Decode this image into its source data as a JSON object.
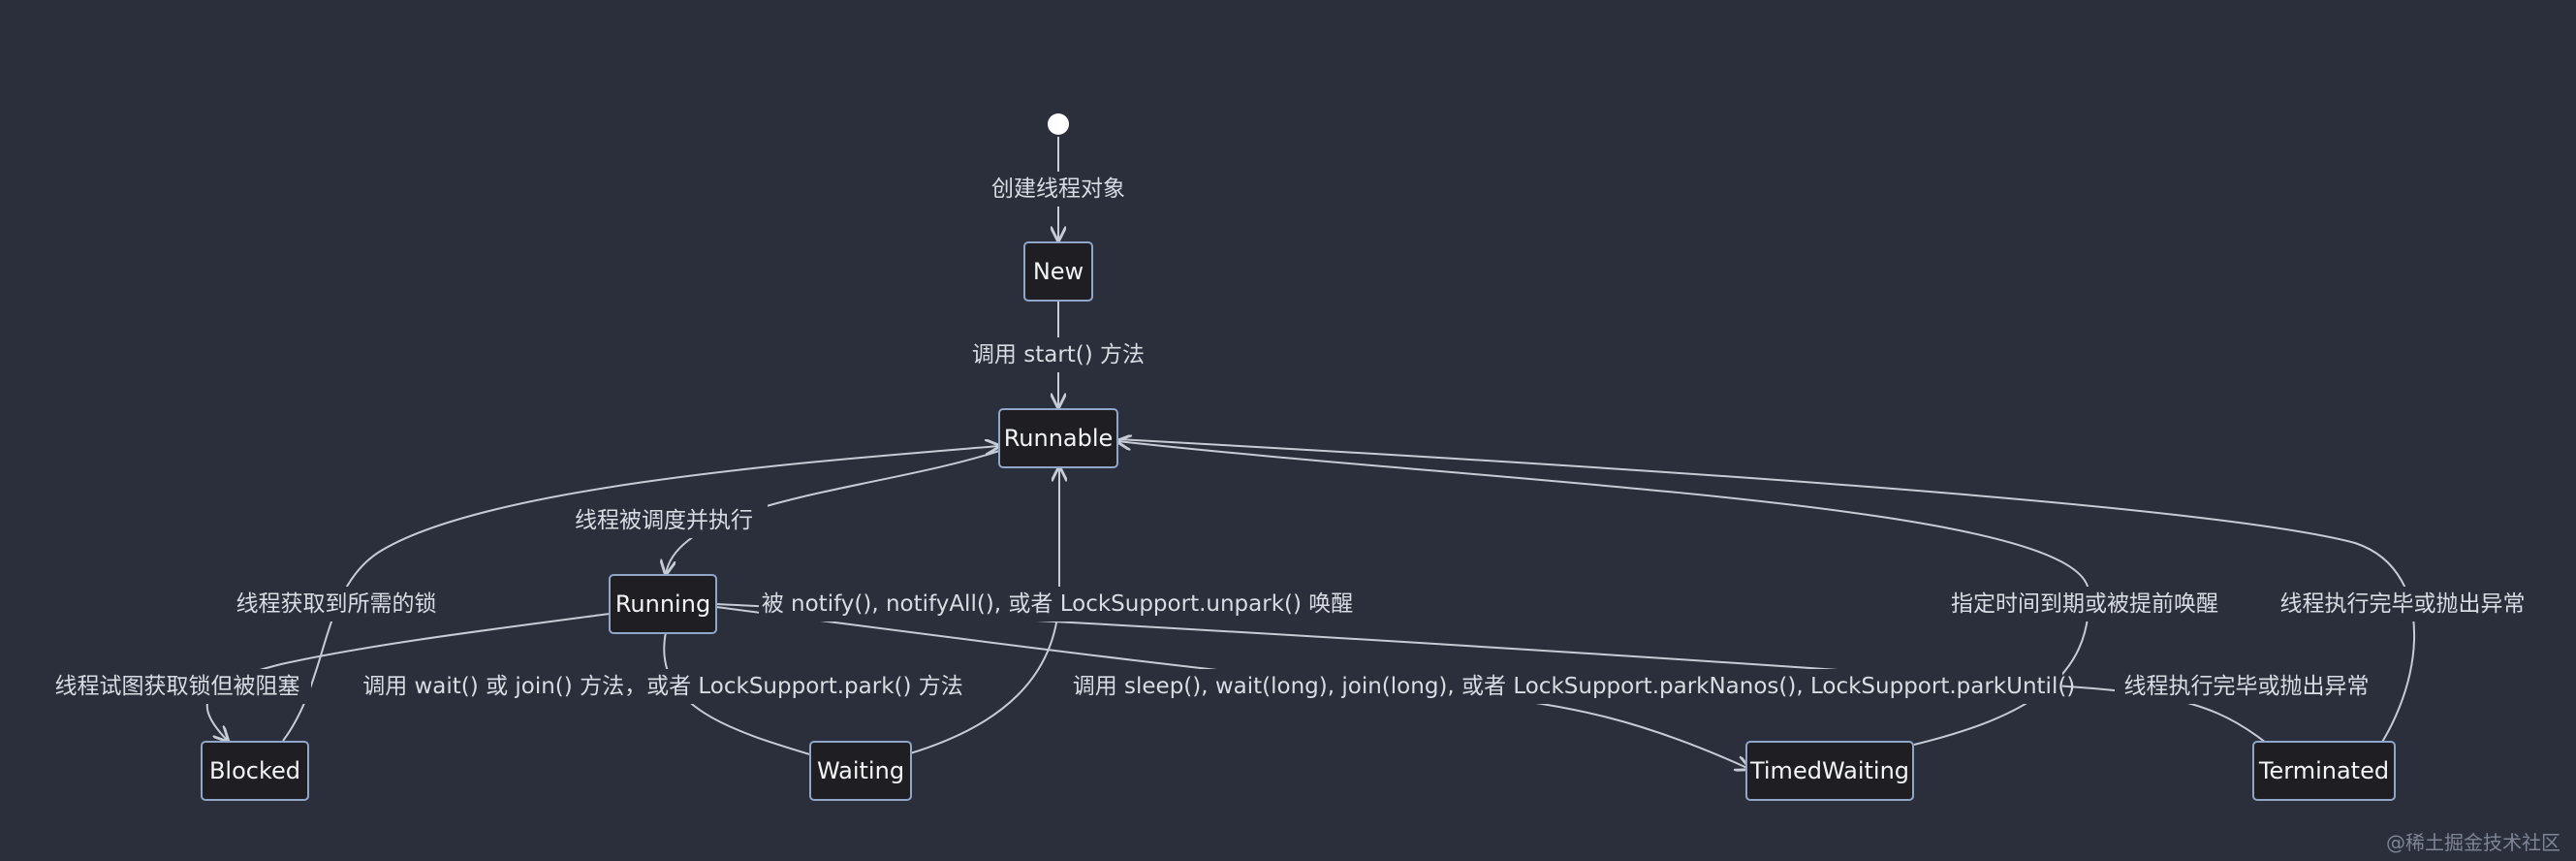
{
  "diagram": {
    "nodes": {
      "new": "New",
      "runnable": "Runnable",
      "running": "Running",
      "blocked": "Blocked",
      "waiting": "Waiting",
      "timed_waiting": "TimedWaiting",
      "terminated": "Terminated"
    },
    "edges": {
      "create": "创建线程对象",
      "start": "调用 start() 方法",
      "schedule": "线程被调度并执行",
      "lock_acquired": "线程获取到所需的锁",
      "notify": "被 notify(), notifyAll(), 或者 LockSupport.unpark() 唤醒",
      "timeout_wake": "指定时间到期或被提前唤醒",
      "finish_from_runnable": "线程执行完毕或抛出异常",
      "blocked_attempt": "线程试图获取锁但被阻塞",
      "wait_call": "调用 wait() 或 join() 方法，或者 LockSupport.park() 方法",
      "sleep_call": "调用 sleep(), wait(long), join(long), 或者 LockSupport.parkNanos(), LockSupport.parkUntil()",
      "finish_from_running": "线程执行完毕或抛出异常"
    }
  },
  "watermark": "@稀土掘金技术社区"
}
